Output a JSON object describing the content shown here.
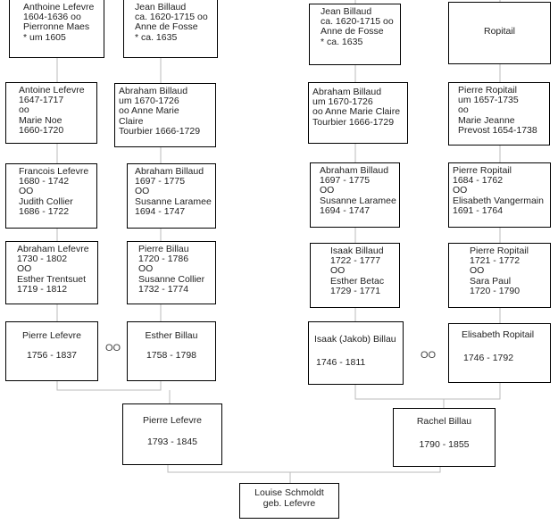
{
  "boxes": [
    {
      "id": "antoine-lefevre-1604",
      "lines": [
        "Anthoine Lefevre",
        "1604-1636 oo",
        "Pierronne Maes",
        "* um 1605"
      ]
    },
    {
      "id": "jean-billaud-left",
      "lines": [
        "Jean Billaud",
        "ca. 1620-1715 oo",
        "Anne de Fosse",
        "* ca. 1635"
      ]
    },
    {
      "id": "jean-billaud-right",
      "lines": [
        "Jean Billaud",
        "ca. 1620-1715 oo",
        "Anne de Fosse",
        "* ca. 1635"
      ]
    },
    {
      "id": "ropitail",
      "lines": [
        "Ropitail"
      ]
    },
    {
      "id": "antoine-lefevre-1647",
      "lines": [
        "Antoine Lefevre",
        "1647-1717",
        "oo",
        "Marie Noe",
        "1660-1720"
      ]
    },
    {
      "id": "abraham-billaud-1670-left",
      "lines": [
        "Abraham Billaud",
        "um 1670-1726",
        "oo Anne Marie",
        "Claire",
        "Tourbier 1666-1729"
      ]
    },
    {
      "id": "abraham-billaud-1670-right",
      "lines": [
        "Abraham Billaud",
        "um 1670-1726",
        "oo Anne Marie Claire",
        "Tourbier 1666-1729"
      ]
    },
    {
      "id": "pierre-ropitail-1657",
      "lines": [
        "Pierre Ropitail",
        "um 1657-1735",
        "oo",
        "Marie Jeanne",
        "Prevost 1654-1738"
      ]
    },
    {
      "id": "francois-lefevre",
      "lines": [
        "Francois Lefevre",
        "1680 - 1742",
        "OO",
        "Judith Collier",
        "1686 - 1722"
      ]
    },
    {
      "id": "abraham-billaud-1697-left",
      "lines": [
        "Abraham Billaud",
        "1697 - 1775",
        "OO",
        "Susanne Laramee",
        "1694 - 1747"
      ]
    },
    {
      "id": "abraham-billaud-1697-right",
      "lines": [
        "Abraham Billaud",
        "1697 - 1775",
        "OO",
        "Susanne Laramee",
        "1694 - 1747"
      ]
    },
    {
      "id": "pierre-ropitail-1684",
      "lines": [
        "Pierre Ropitail",
        "1684 - 1762",
        "OO",
        "Elisabeth Vangermain",
        "1691 - 1764"
      ]
    },
    {
      "id": "abraham-lefevre",
      "lines": [
        "Abraham Lefevre",
        "1730 - 1802",
        "OO",
        "Esther Trentsuet",
        "1719 - 1812"
      ]
    },
    {
      "id": "pierre-billau-1720",
      "lines": [
        "Pierre Billau",
        "1720 - 1786",
        "OO",
        "Susanne Collier",
        "1732 - 1774"
      ]
    },
    {
      "id": "isaak-billaud",
      "lines": [
        "Isaak Billaud",
        "1722 - 1777",
        "OO",
        "Esther Betac",
        "1729 - 1771"
      ]
    },
    {
      "id": "pierre-ropitail-1721",
      "lines": [
        "Pierre Ropitail",
        "1721 - 1772",
        "OO",
        "Sara Paul",
        "1720 - 1790"
      ]
    },
    {
      "id": "pierre-lefevre-1756",
      "lines": [
        "Pierre Lefevre",
        "1756 - 1837"
      ]
    },
    {
      "id": "esther-billau",
      "lines": [
        "Esther Billau",
        "1758 - 1798"
      ]
    },
    {
      "id": "isaak-jakob-billau",
      "lines": [
        "Isaak (Jakob) Billau",
        "1746 - 1811"
      ]
    },
    {
      "id": "elisabeth-ropitail",
      "lines": [
        "Elisabeth Ropitail",
        "1746 - 1792"
      ]
    },
    {
      "id": "pierre-lefevre-1793",
      "lines": [
        "Pierre Lefevre",
        "1793 - 1845"
      ]
    },
    {
      "id": "rachel-billau",
      "lines": [
        "Rachel Billau",
        "1790 - 1855"
      ]
    },
    {
      "id": "louise-schmoldt",
      "lines": [
        "Louise Schmoldt",
        "geb. Lefevre"
      ]
    }
  ],
  "marriage_symbols": {
    "left": "OO",
    "right": "OO"
  }
}
